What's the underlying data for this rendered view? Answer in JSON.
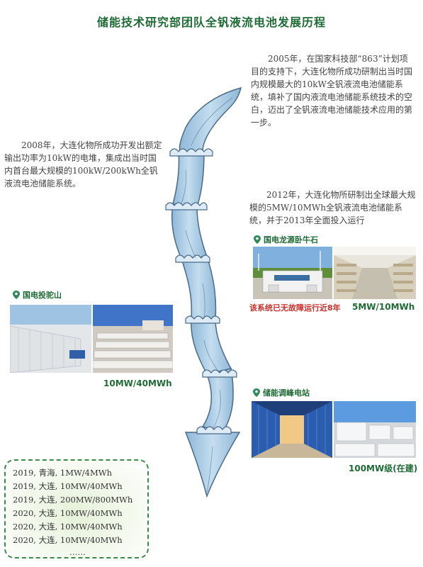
{
  "title": "储能技术研究部团队全钒液流电池发展历程",
  "milestones": {
    "y2005": "2005年，在国家科技部“863”计划项目的支持下，大连化物所成功研制出当时国内规模最大的10kW全钒液流电池储能系统，填补了国内液流电池储能系统技术的空白，迈出了全钒液流电池储能技术应用的第一步。",
    "y2008": "2008年，大连化物所成功开发出额定输出功率为10kW的电堆，集成出当时国内首台最大规模的100kW/200kWh全钒液流电池储能系统。",
    "y2012": "2012年，大连化物所研制出全球最大规模的5MW/10MWh全钒液流电池储能系统，并于2013年全面投入运行"
  },
  "sites": {
    "longyuan": {
      "name": "国电龙源卧牛石",
      "note": "该系统已无故障运行近8年",
      "capacity": "5MW/10MWh"
    },
    "tuoshan": {
      "name": "国电投驼山",
      "capacity": "10MW/40MWh"
    },
    "peak": {
      "name": "储能调峰电站",
      "capacity": "100MW级(在建)"
    }
  },
  "project_list": [
    "2019, 青海, 1MW/4MWh",
    "2019, 大连, 10MW/40MWh",
    "2019, 大连, 200MW/800MWh",
    "2020, 大连, 10MW/40MWh",
    "2020, 大连, 10MW/40MWh",
    "2020, 大连, 10MW/40MWh"
  ],
  "list_more": "……",
  "colors": {
    "title_green": "#1f6b35",
    "arrow_blue": "#a9cbe4",
    "arrow_outline": "#4a6a88",
    "note_red": "#c9302c"
  }
}
